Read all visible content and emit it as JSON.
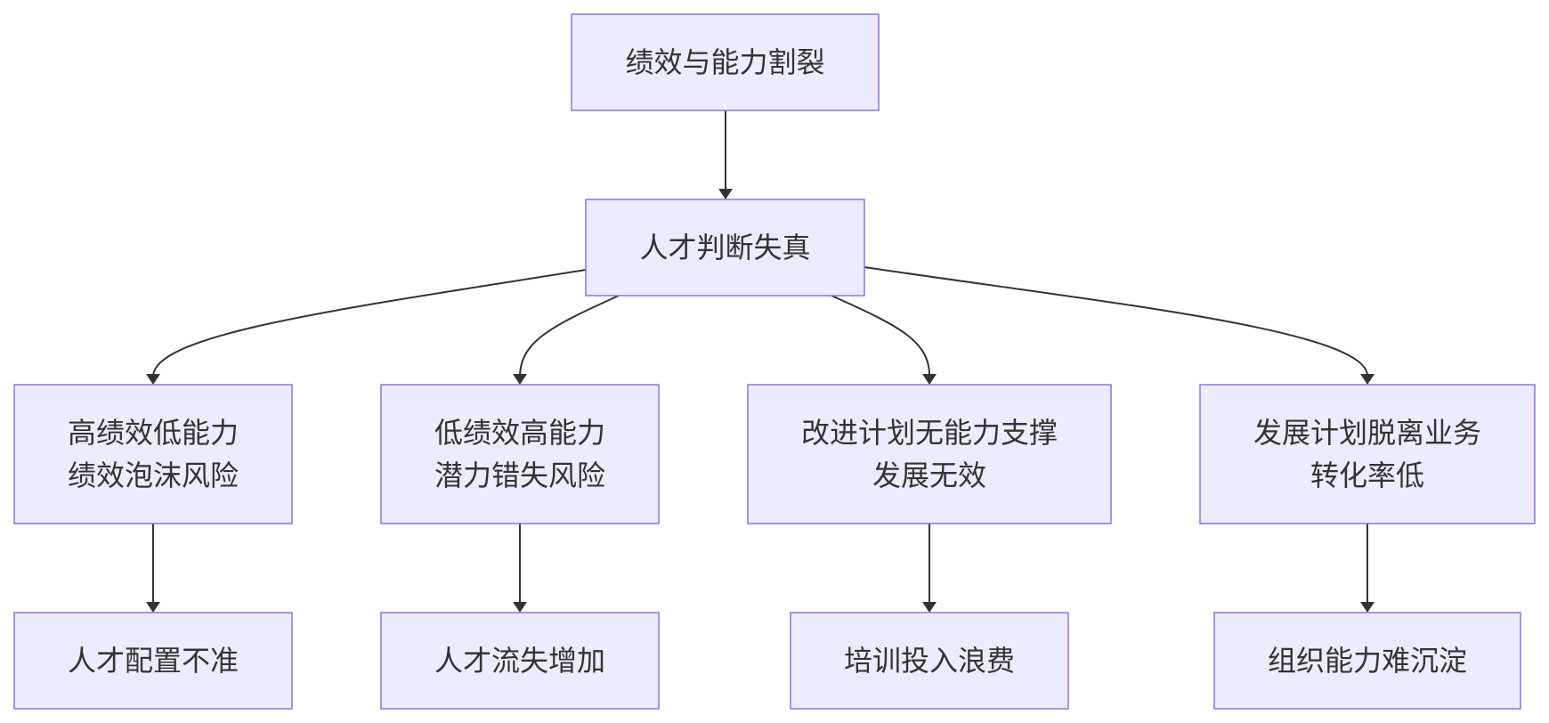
{
  "colors": {
    "node_fill": "#ECECFF",
    "node_stroke": "#9370DB",
    "edge": "#333333",
    "text": "#333333"
  },
  "nodes": [
    {
      "id": "n1",
      "lines": [
        "绩效与能力割裂"
      ]
    },
    {
      "id": "n2",
      "lines": [
        "人才判断失真"
      ]
    },
    {
      "id": "n3",
      "lines": [
        "高绩效低能力",
        "绩效泡沫风险"
      ]
    },
    {
      "id": "n4",
      "lines": [
        "低绩效高能力",
        "潜力错失风险"
      ]
    },
    {
      "id": "n5",
      "lines": [
        "改进计划无能力支撑",
        "发展无效"
      ]
    },
    {
      "id": "n6",
      "lines": [
        "发展计划脱离业务",
        "转化率低"
      ]
    },
    {
      "id": "n7",
      "lines": [
        "人才配置不准"
      ]
    },
    {
      "id": "n8",
      "lines": [
        "人才流失增加"
      ]
    },
    {
      "id": "n9",
      "lines": [
        "培训投入浪费"
      ]
    },
    {
      "id": "n10",
      "lines": [
        "组织能力难沉淀"
      ]
    }
  ],
  "edges": [
    {
      "from": "n1",
      "to": "n2"
    },
    {
      "from": "n2",
      "to": "n3"
    },
    {
      "from": "n2",
      "to": "n4"
    },
    {
      "from": "n2",
      "to": "n5"
    },
    {
      "from": "n2",
      "to": "n6"
    },
    {
      "from": "n3",
      "to": "n7"
    },
    {
      "from": "n4",
      "to": "n8"
    },
    {
      "from": "n5",
      "to": "n9"
    },
    {
      "from": "n6",
      "to": "n10"
    }
  ]
}
